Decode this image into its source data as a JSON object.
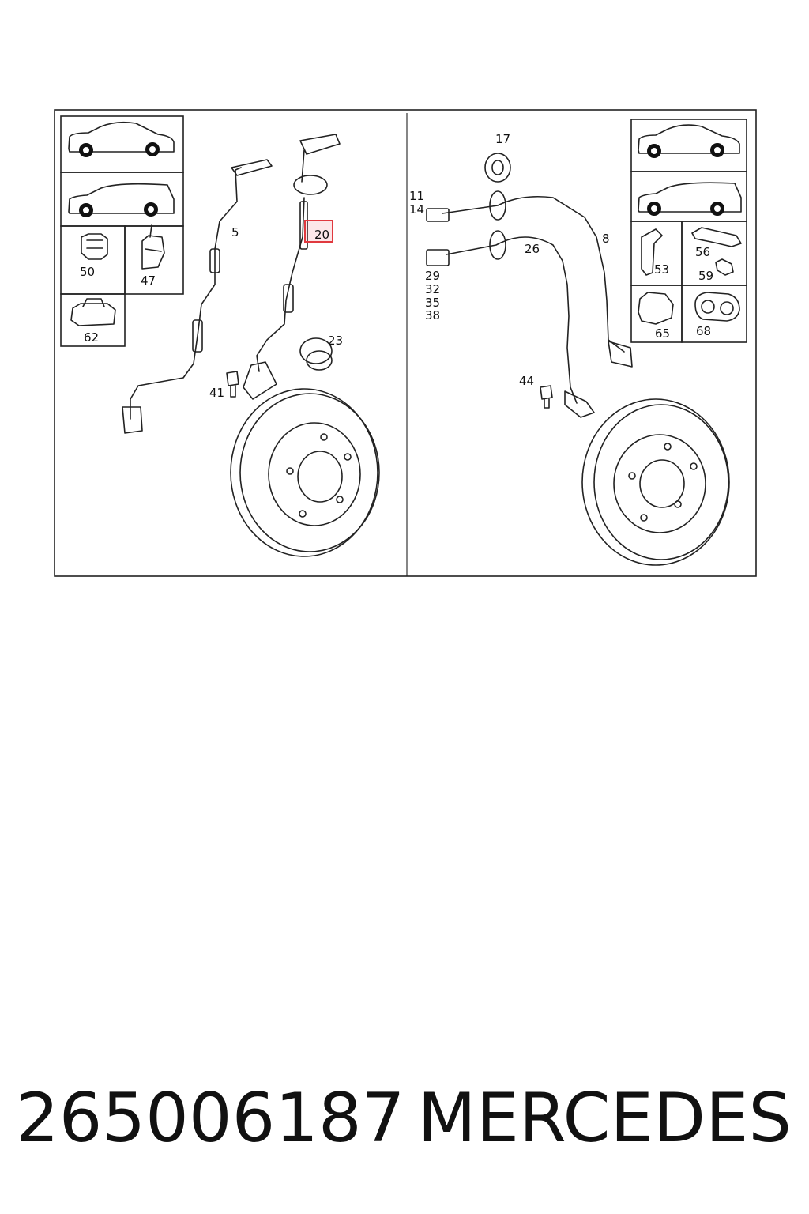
{
  "diagram": {
    "highlight_color": "#e0393f",
    "left_panel": {
      "vehicle_icons": [
        "sedan-icon",
        "estate-icon"
      ],
      "inset_labels": [
        "50",
        "47",
        "62"
      ],
      "callouts": [
        "5",
        "20",
        "23",
        "41"
      ]
    },
    "right_panel": {
      "vehicle_icons": [
        "sedan-icon",
        "estate-icon"
      ],
      "inset_labels": [
        "53",
        "56",
        "59",
        "65",
        "68"
      ],
      "callouts": [
        "17",
        "11",
        "14",
        "8",
        "26",
        "29",
        "32",
        "35",
        "38",
        "44"
      ]
    },
    "highlighted_callout": "20"
  },
  "footer": {
    "part_number": "265006187",
    "brand": "MERCEDES"
  }
}
